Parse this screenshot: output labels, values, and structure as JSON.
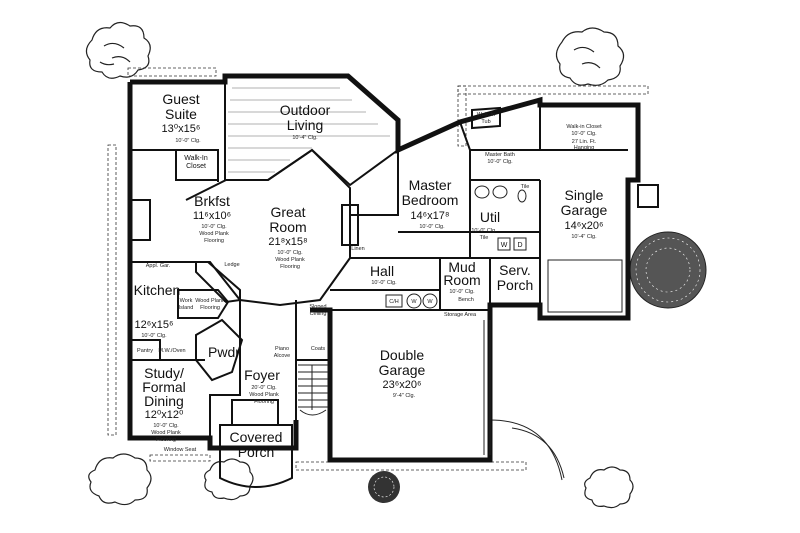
{
  "rooms": {
    "guest_suite": {
      "name1": "Guest",
      "name2": "Suite",
      "dim": "13⁰x15⁶",
      "note": "10'-0\" Clg."
    },
    "outdoor_living": {
      "name1": "Outdoor",
      "name2": "Living",
      "note": "10'-4\" Clg."
    },
    "brkfst": {
      "name": "Brkfst",
      "dim": "11⁶x10⁶",
      "note1": "10'-0\" Clg.",
      "note2": "Wood Plank",
      "note3": "Flooring"
    },
    "great_room": {
      "name1": "Great",
      "name2": "Room",
      "dim": "21⁸x15⁸",
      "note1": "10'-0\" Clg.",
      "note2": "Wood Plank",
      "note3": "Flooring"
    },
    "master_bedroom": {
      "name1": "Master",
      "name2": "Bedroom",
      "dim": "14⁶x17⁸",
      "note": "10'-0\" Clg."
    },
    "master_bath": {
      "name": "Master Bath",
      "note": "10'-0\" Clg."
    },
    "walk_in_closet": {
      "name": "Walk-in Closet",
      "note1": "10'-0\" Clg.",
      "note2": "27 Lin. Ft.",
      "note3": "Hanging"
    },
    "walk_in_tub": {
      "name1": "Walk-In",
      "name2": "Tub"
    },
    "single_garage": {
      "name1": "Single",
      "name2": "Garage",
      "dim": "14⁶x20⁶",
      "note": "10'-4\" Clg."
    },
    "util": {
      "name": "Util",
      "note1": "10'-0\" Clg.",
      "note2": "Tile"
    },
    "hall": {
      "name": "Hall",
      "note": "10'-0\" Clg."
    },
    "mud_room": {
      "name1": "Mud",
      "name2": "Room",
      "note": "10'-0\" Clg."
    },
    "serv_porch": {
      "name1": "Serv.",
      "name2": "Porch"
    },
    "kitchen": {
      "name": "Kitchen",
      "dim": "12⁶x15⁶",
      "note1": "10'-0\" Clg.",
      "island1": "Work",
      "island2": "Island",
      "floor1": "Wood Plank",
      "floor2": "Flooring"
    },
    "study": {
      "name1": "Study/",
      "name2": "Formal",
      "name3": "Dining",
      "dim": "12⁰x12⁰",
      "note1": "10'-0\" Clg.",
      "note2": "Wood Plank",
      "note3": "Flooring"
    },
    "foyer": {
      "name": "Foyer",
      "note1": "20'-0\" Clg.",
      "note2": "Wood Plank",
      "note3": "Flooring"
    },
    "double_garage": {
      "name1": "Double",
      "name2": "Garage",
      "dim": "23⁶x20⁶",
      "note": "9'-4\" Clg."
    },
    "covered_porch": {
      "name1": "Covered",
      "name2": "Porch"
    },
    "pwdr": {
      "name": "Pwdr"
    }
  },
  "labels": {
    "walk_in_closet_guest1": "Walk-In",
    "walk_in_closet_guest2": "Closet",
    "linen": "Linen",
    "appl_gar": "Appl. Gar.",
    "ledge": "Ledge",
    "mw_oven": "M.W./Oven",
    "pantry": "Pantry",
    "sloped_ceiling1": "Sloped",
    "sloped_ceiling2": "Ceiling",
    "piano_alcove1": "Piano",
    "piano_alcove2": "Alcove",
    "coats": "Coats",
    "storage_area": "Storage Area",
    "bench": "Bench",
    "window_seat": "Window Seat",
    "tile": "Tile",
    "wd_w": "W",
    "wd_d": "D",
    "ch": "C/H",
    "wh": "W"
  }
}
